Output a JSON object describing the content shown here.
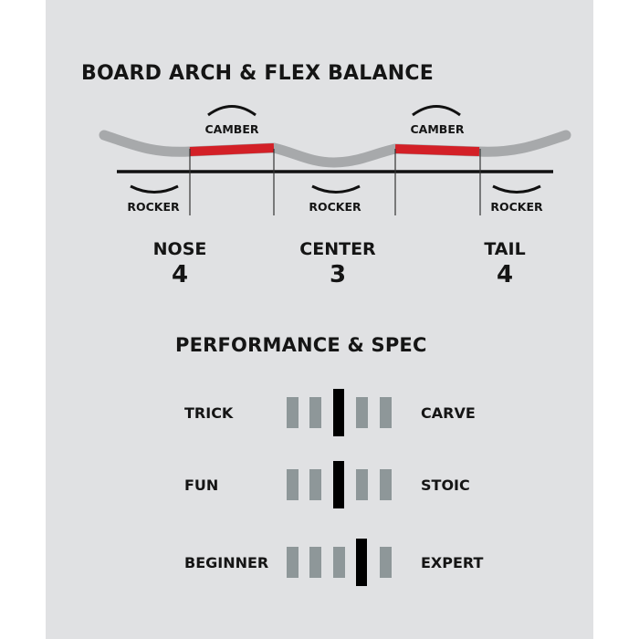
{
  "arch_title": "BOARD ARCH & FLEX BALANCE",
  "profile_labels": {
    "camber_left": "CAMBER",
    "camber_right": "CAMBER",
    "rocker_nose": "ROCKER",
    "rocker_center": "ROCKER",
    "rocker_tail": "ROCKER"
  },
  "flex": [
    {
      "name": "NOSE",
      "value": "4"
    },
    {
      "name": "CENTER",
      "value": "3"
    },
    {
      "name": "TAIL",
      "value": "4"
    }
  ],
  "perf_title": "PERFORMANCE & SPEC",
  "scales": [
    {
      "left": "TRICK",
      "right": "CARVE",
      "level": 3,
      "steps": 5
    },
    {
      "left": "FUN",
      "right": "STOIC",
      "level": 3,
      "steps": 5
    },
    {
      "left": "BEGINNER",
      "right": "EXPERT",
      "level": 4,
      "steps": 5
    }
  ],
  "colors": {
    "panel_bg": "#e0e1e3",
    "text": "#151515",
    "board_gray": "#a7a9ab",
    "camber_red": "#d32027",
    "baseline": "#111111",
    "seg_inactive": "#8e9799",
    "seg_active": "#000000"
  }
}
